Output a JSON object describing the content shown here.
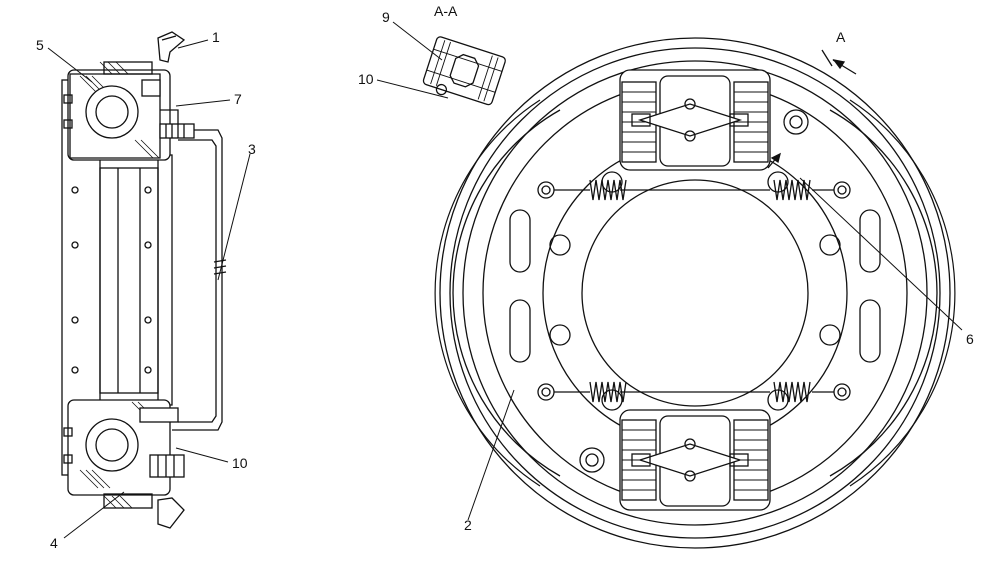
{
  "diagram": {
    "section_label": "A-A",
    "view_arrow_label": "A",
    "callouts": [
      "1",
      "2",
      "3",
      "4",
      "5",
      "6",
      "7",
      "9",
      "10",
      "10"
    ]
  },
  "colors": {
    "line": "#111111",
    "background": "#ffffff"
  }
}
